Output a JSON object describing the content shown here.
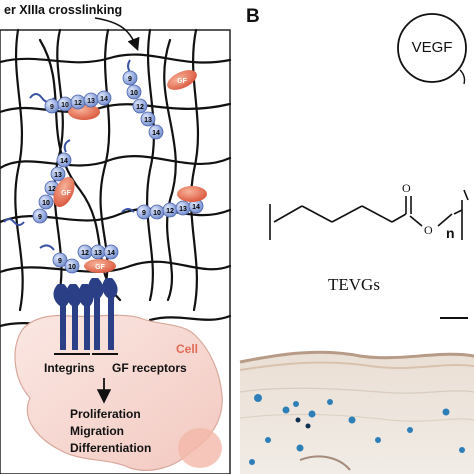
{
  "panel_a": {
    "top_caption": "er XIIIa crosslinking",
    "fibronectin_domains": [
      "9",
      "10",
      "12",
      "13",
      "14"
    ],
    "gf_label": "GF",
    "cell_label": "Cell",
    "integrins_label": "Integrins",
    "gf_receptors_label": "GF receptors",
    "outcomes": [
      "Proliferation",
      "Migration",
      "Differentiation"
    ]
  },
  "panel_b": {
    "panel_letter": "B",
    "vegf_label": "VEGF",
    "carbonyl_o": "O",
    "ester_o": "O",
    "repeat_n": "n",
    "tevgs_label": "TEVGs"
  },
  "colors": {
    "domain_blue": "#8fa7dc",
    "gf_orange": "#ea7a5a",
    "cell_pink": "#f6d8d2",
    "receptor_navy": "#2b3f86",
    "stain_blue": "#2e7fb7"
  }
}
